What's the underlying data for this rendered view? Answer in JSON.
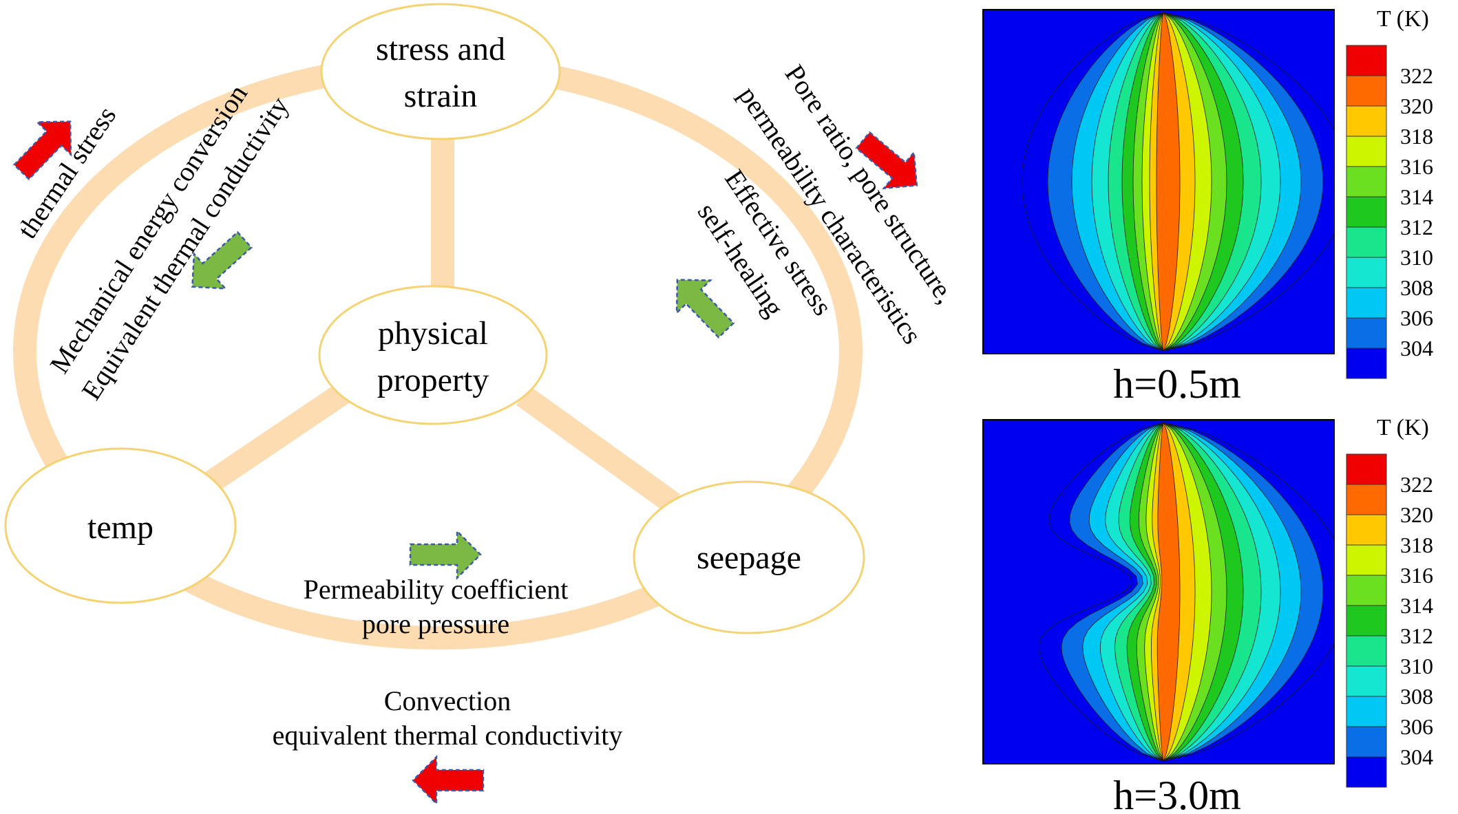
{
  "diagram": {
    "nodes": {
      "stress": [
        "stress and",
        "strain"
      ],
      "physical": [
        "physical",
        "property"
      ],
      "temp": [
        "temp"
      ],
      "seepage": [
        "seepage"
      ]
    },
    "labels": {
      "thermal_stress": "thermal stress",
      "mech_1": "Mechanical energy conversion",
      "mech_2": "Equivalent thermal conductivity",
      "pore_1": "Pore ratio, pore structure,",
      "pore_2": "permeability characteristics",
      "eff_1": "Effective stress",
      "eff_2": "self-healing",
      "perm_1": "Permeability coefficient",
      "perm_2": "pore pressure",
      "conv_1": "Convection",
      "conv_2": "equivalent thermal conductivity"
    },
    "colors": {
      "ring": "#fcdcb0",
      "node_border": "#f5d272",
      "red_arrow": "#f00000",
      "green_arrow": "#7cb944",
      "arrow_border": "#3b5aa8"
    }
  },
  "panels": [
    {
      "caption": "h=0.5m",
      "legend_title": "T (K)"
    },
    {
      "caption": "h=3.0m",
      "legend_title": "T (K)"
    }
  ],
  "legend": {
    "ticks": [
      "322",
      "320",
      "318",
      "316",
      "314",
      "312",
      "310",
      "308",
      "306",
      "304"
    ],
    "colors": [
      "#f00000",
      "#ff6a00",
      "#ffc800",
      "#cdf500",
      "#6be020",
      "#1ec81e",
      "#19e68c",
      "#14e6d2",
      "#00c8f5",
      "#0a6ee6",
      "#0000f0"
    ]
  }
}
